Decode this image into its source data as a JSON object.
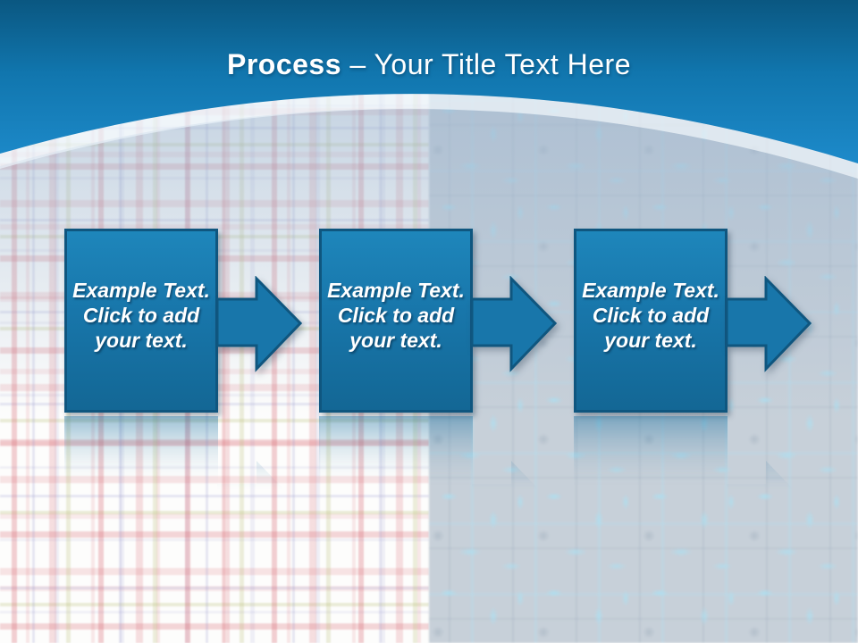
{
  "title": {
    "emphasis": "Process",
    "rest": "– Your Title Text Here"
  },
  "steps": [
    {
      "lines": [
        "Example Text.",
        "Click to add",
        "your text."
      ],
      "icon": "right-block-arrow"
    },
    {
      "lines": [
        "Example Text.",
        "Click to add",
        "your text."
      ],
      "icon": "right-block-arrow"
    },
    {
      "lines": [
        "Example Text.",
        "Click to add",
        "your text."
      ],
      "icon": "right-block-arrow"
    }
  ],
  "colors": {
    "header-top": "#0a5781",
    "header-mid": "#1176ae",
    "header-bottom": "#1d8aca",
    "box-fill": "#1876aa",
    "box-border": "#0f567f",
    "box-text": "#ffffff",
    "title-text": "#ffffff",
    "plaid-red": "#d6626c",
    "plaid-olive": "#b9be78",
    "plaid-purple": "#9696cd",
    "right-texture-base": "#c7d0d9",
    "right-texture-mark": "#ace0f2"
  }
}
